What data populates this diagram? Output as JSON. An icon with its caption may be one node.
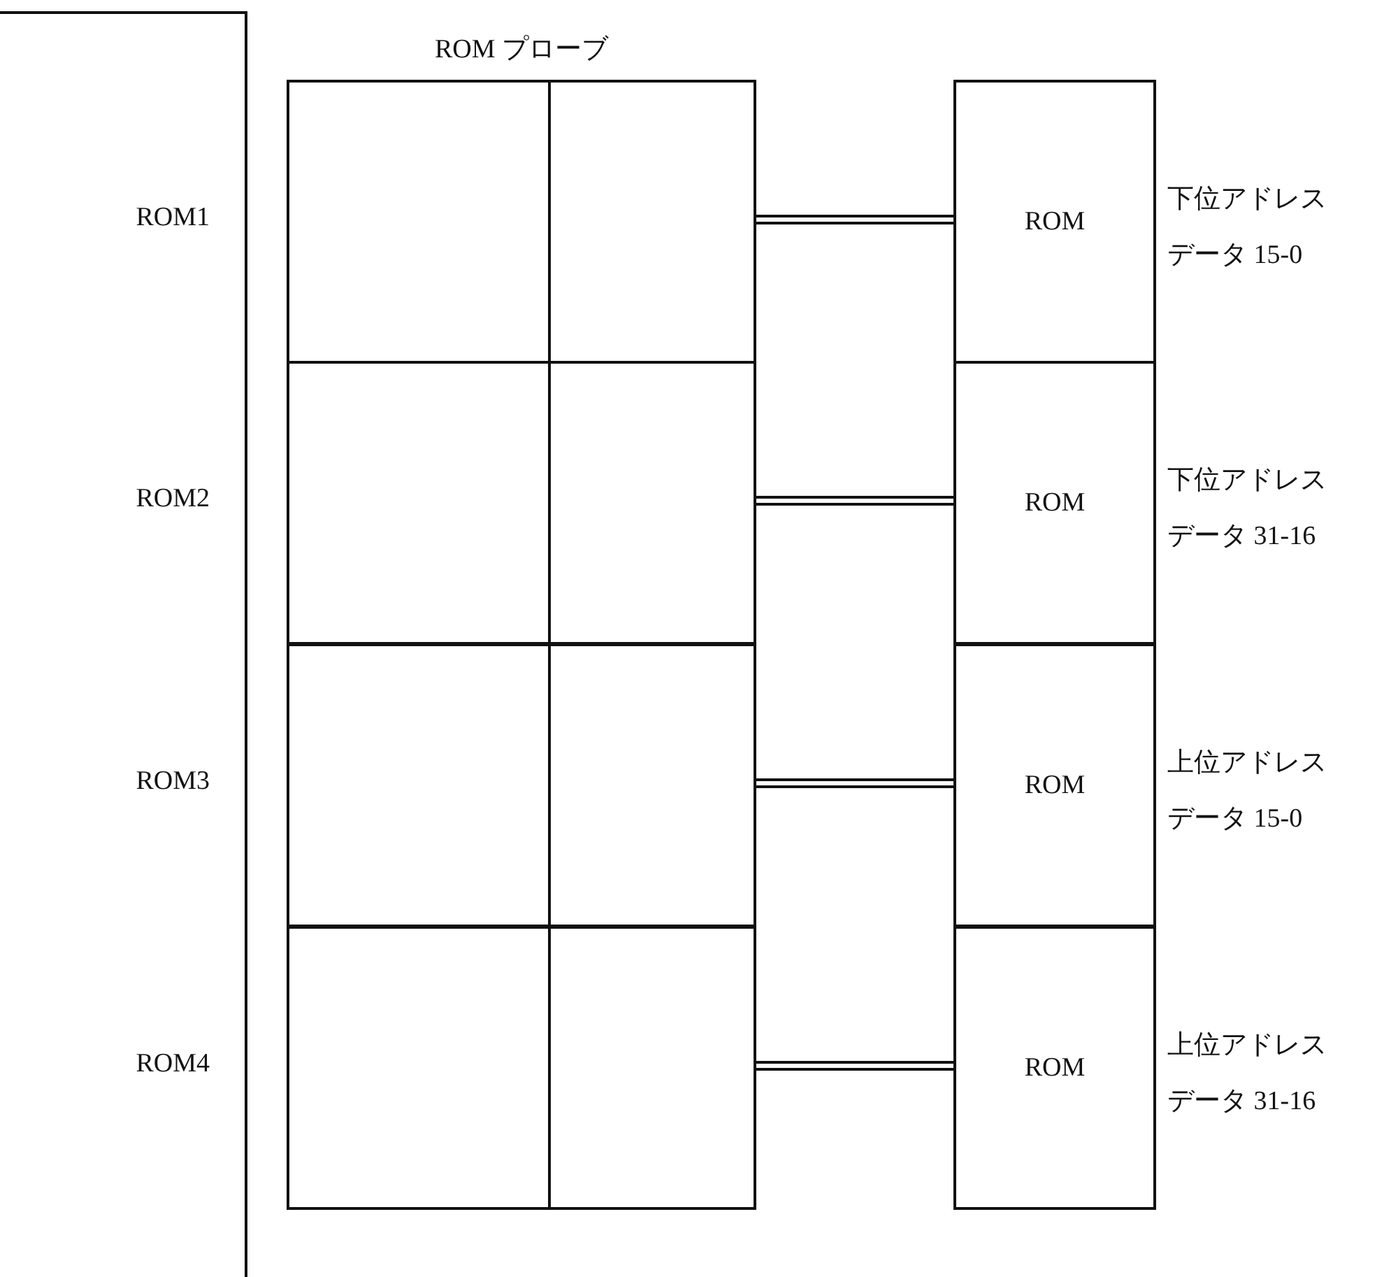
{
  "diagram": {
    "nodes": [
      {
        "text": [
          "ROM プローブ"
        ]
      },
      {
        "text": [],
        "shape": "box",
        "in": 0
      },
      {
        "text": [],
        "shape": "box",
        "in": 0
      },
      {
        "text": [],
        "shape": "box",
        "in": 0
      },
      {
        "text": [],
        "shape": "box",
        "in": 0
      },
      {
        "text": [],
        "shape": "box",
        "in": 0
      },
      {
        "text": [],
        "shape": "box",
        "in": 0
      },
      {
        "text": [],
        "shape": "box",
        "in": 0
      },
      {
        "text": [],
        "shape": "box",
        "in": 0
      },
      {
        "text": [
          "ROM"
        ],
        "beside": [
          "下位アドレス",
          "データ 15-0"
        ]
      },
      {
        "text": [
          "ROM"
        ],
        "beside": [
          "下位アドレス",
          "データ 31-16"
        ]
      },
      {
        "text": [
          "ROM"
        ],
        "beside": [
          "上位アドレス",
          "データ 15-0"
        ]
      },
      {
        "text": [
          "ROM"
        ],
        "beside": [
          "上位アドレス",
          "データ 31-16"
        ]
      }
    ],
    "edges": [
      {
        "from": 2,
        "to": 9,
        "arrow": "none"
      },
      {
        "from": 4,
        "to": 10,
        "arrow": "none"
      },
      {
        "from": 6,
        "to": 11,
        "arrow": "none"
      },
      {
        "from": 8,
        "to": 12,
        "arrow": "none"
      }
    ],
    "labels": [
      "ROM1",
      "ROM2",
      "ROM3",
      "ROM4"
    ]
  }
}
